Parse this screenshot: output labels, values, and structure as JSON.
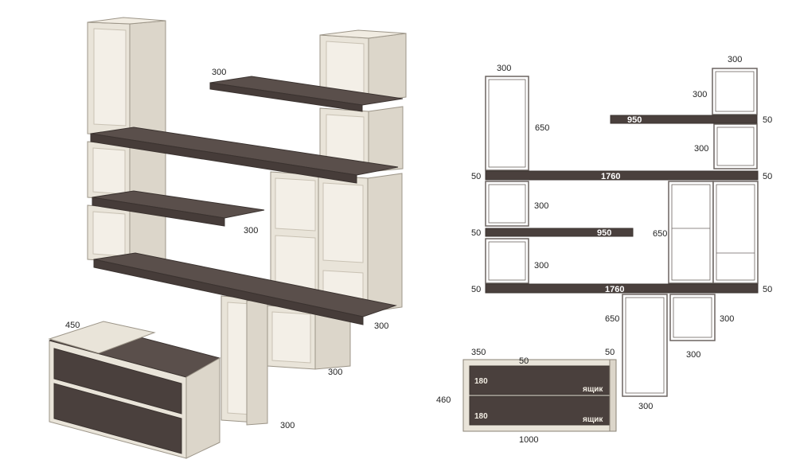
{
  "colors": {
    "light_panel": "#e9e4d9",
    "light_edge": "#bdb6a8",
    "dark_panel": "#4a403d",
    "dark_top": "#5a4f4b",
    "line": "#6b6460"
  },
  "left_dims": {
    "top_shelf_depth": "300",
    "middle_shelf_depth": "300",
    "right_box_depth": "300",
    "lower_box_depth": "300",
    "bottom_box_depth": "300",
    "drawer_width": "450"
  },
  "right_dims": {
    "left_col_width": "300",
    "left_col_height": "650",
    "right_col_width": "300",
    "right_top_box": "300",
    "right_mid_box": "300",
    "short_shelf_top": "950",
    "top_shelf_thickness_r": "50",
    "long_shelf_top": "1760",
    "long_shelf_top_left_thk": "50",
    "long_shelf_top_right_thk": "50",
    "left_box_upper": "300",
    "short_shelf_mid": "950",
    "short_shelf_mid_thk": "50",
    "left_box_lower": "300",
    "right_tall_height": "650",
    "long_shelf_bottom": "1760",
    "long_shelf_bottom_left_thk": "50",
    "long_shelf_bottom_right_thk": "50",
    "lower_tall_height": "650",
    "lower_box_height": "300",
    "lower_box_width": "300",
    "lower_tall_width": "300"
  },
  "drawer_unit": {
    "side_width": "350",
    "inner_gap": "50",
    "right_side": "50",
    "height": "460",
    "drawer_height_1": "180",
    "drawer_height_2": "180",
    "drawer_label_1": "ящик",
    "drawer_label_2": "ящик",
    "width": "1000"
  }
}
